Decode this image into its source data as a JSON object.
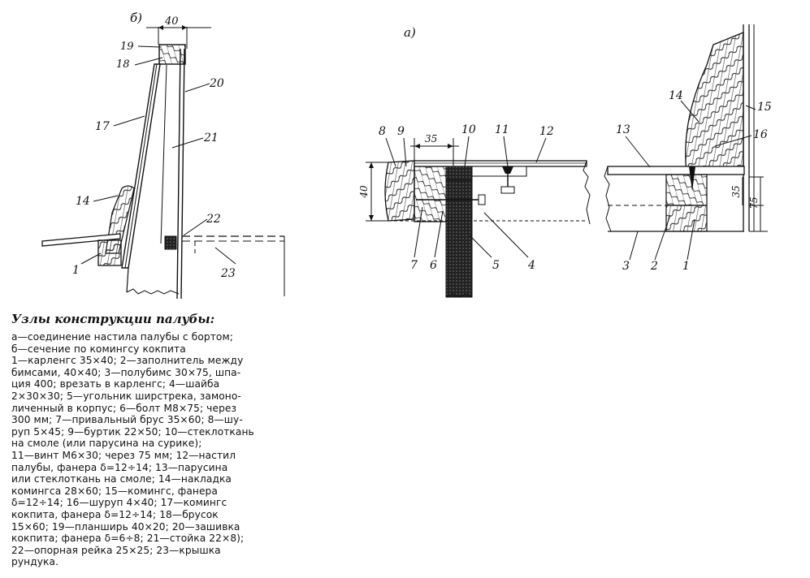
{
  "figure": {
    "view_b_label": "б)",
    "view_a_label": "а)",
    "view_b": {
      "dims": {
        "width_top": "40"
      },
      "parts": [
        "19",
        "18",
        "20",
        "17",
        "21",
        "14",
        "22",
        "1",
        "23"
      ]
    },
    "view_a": {
      "dims": {
        "left_35": "35",
        "left_40": "40",
        "right_35": "35",
        "right_75": "75"
      },
      "parts": [
        "8",
        "9",
        "10",
        "11",
        "12",
        "7",
        "6",
        "5",
        "4",
        "13",
        "14",
        "15",
        "16",
        "3",
        "2",
        "1"
      ]
    }
  },
  "caption": {
    "title": "Узлы конструкции палубы:",
    "lines": [
      "а—соединение настила палубы с бортом;",
      "б—сечение   по   комингсу   кокпита",
      "1—карленгс 35×40; 2—заполнитель между",
      "бимсами, 40×40; 3—полубимс 30×75, шпа-",
      "ция 400; врезать в карленгс; 4—шайба",
      "2×30×30; 5—угольник ширстрека, замоно-",
      "личенный в корпус; 6—болт М8×75; через",
      "300 мм; 7—привальный брус 35×60; 8—шу-",
      "руп 5×45; 9—буртик 22×50; 10—стеклоткань",
      "на смоле (или парусина на сурике);",
      "11—винт М6×30; через 75 мм; 12—настил",
      "палубы, фанера δ=12÷14; 13—парусина",
      "или стеклоткань на смоле; 14—накладка",
      "комингса 28×60; 15—комингс, фанера",
      "δ=12÷14; 16—шуруп 4×40; 17—комингс",
      "кокпита, фанера δ=12÷14; 18—брусок",
      "15×60; 19—планширь 40×20; 20—зашивка",
      "кокпита; фанера δ=6÷8; 21—стойка 22×8);",
      "22—опорная рейка 25×25; 23—крышка",
      "рундука."
    ]
  }
}
